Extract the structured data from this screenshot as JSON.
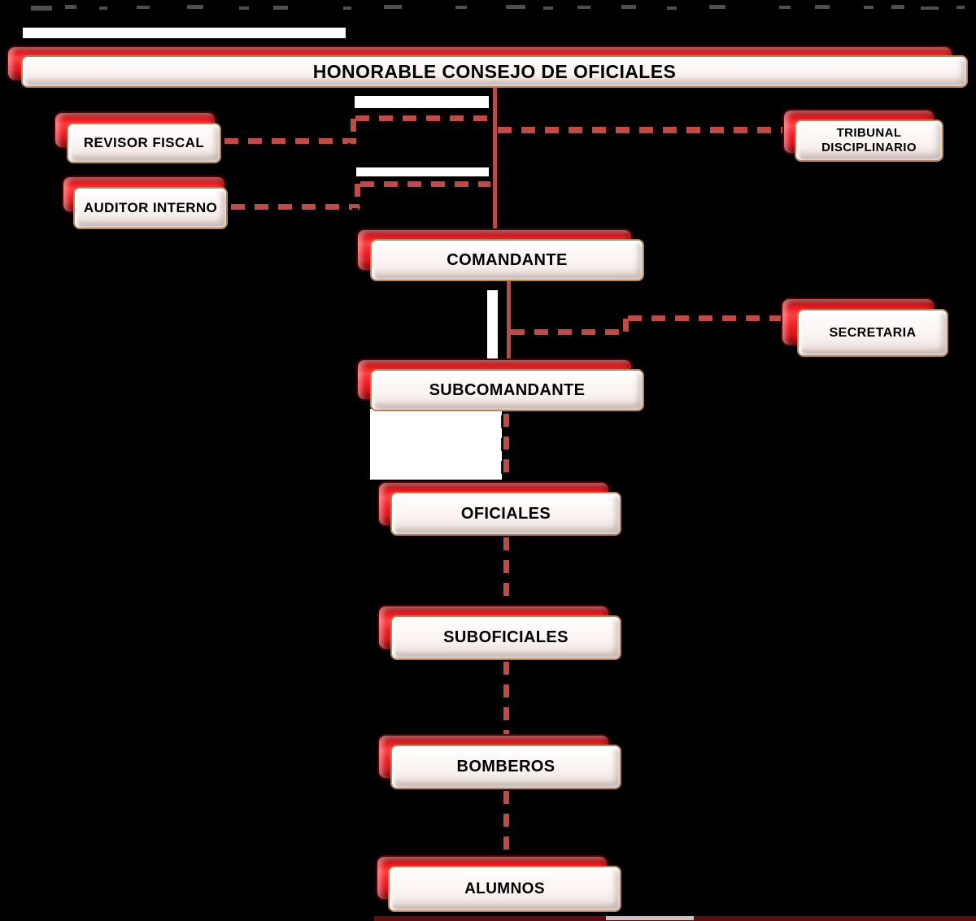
{
  "diagram": {
    "type": "org-chart",
    "nodes": [
      {
        "id": "consejo",
        "label": "HONORABLE CONSEJO DE OFICIALES"
      },
      {
        "id": "revisor",
        "label": "REVISOR FISCAL"
      },
      {
        "id": "auditor",
        "label": "AUDITOR INTERNO"
      },
      {
        "id": "tribunal",
        "label": "TRIBUNAL DISCIPLINARIO",
        "lines": [
          "TRIBUNAL",
          "DISCIPLINARIO"
        ]
      },
      {
        "id": "comandante",
        "label": "COMANDANTE"
      },
      {
        "id": "secretaria",
        "label": "SECRETARIA"
      },
      {
        "id": "subcomandante",
        "label": "SUBCOMANDANTE"
      },
      {
        "id": "oficiales",
        "label": "OFICIALES"
      },
      {
        "id": "suboficiales",
        "label": "SUBOFICIALES"
      },
      {
        "id": "bomberos",
        "label": "BOMBEROS"
      },
      {
        "id": "alumnos",
        "label": "ALUMNOS"
      }
    ],
    "edges": [
      {
        "from": "consejo",
        "to": "revisor",
        "style": "dashed"
      },
      {
        "from": "consejo",
        "to": "auditor",
        "style": "dashed"
      },
      {
        "from": "consejo",
        "to": "tribunal",
        "style": "dashed"
      },
      {
        "from": "consejo",
        "to": "comandante",
        "style": "solid"
      },
      {
        "from": "comandante",
        "to": "secretaria",
        "style": "dashed"
      },
      {
        "from": "comandante",
        "to": "subcomandante",
        "style": "solid"
      },
      {
        "from": "subcomandante",
        "to": "oficiales",
        "style": "dashed"
      },
      {
        "from": "oficiales",
        "to": "suboficiales",
        "style": "dashed"
      },
      {
        "from": "suboficiales",
        "to": "bomberos",
        "style": "dashed"
      },
      {
        "from": "bomberos",
        "to": "alumnos",
        "style": "dashed"
      }
    ],
    "colors": {
      "background": "#000000",
      "box_red": "#ee1c24",
      "box_red_dark": "#7a0a0c",
      "panel_bg": "#fbf4f2",
      "panel_border": "#b5845c",
      "dash_line": "#bf4b47",
      "solid_line": "#b94a48",
      "label_text": "#000000",
      "bottom_bar": "#5d0d10"
    }
  }
}
